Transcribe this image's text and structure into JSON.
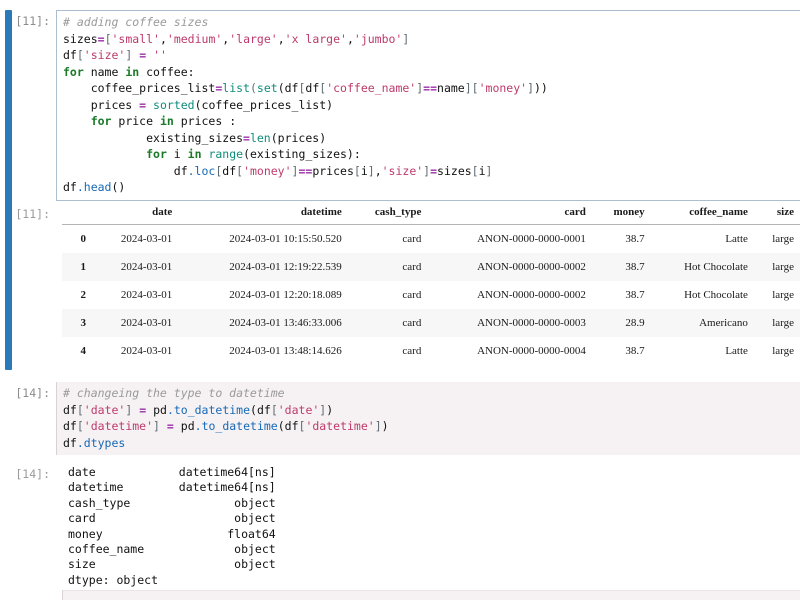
{
  "notebook": {
    "cells": [
      {
        "kind": "code",
        "prompt": "[11]:",
        "selected": true,
        "source_lines": [
          [
            {
              "t": "# adding coffee sizes",
              "c": "c"
            }
          ],
          [
            {
              "t": "sizes",
              "c": "n"
            },
            {
              "t": "=",
              "c": "op"
            },
            {
              "t": "[",
              "c": "br"
            },
            {
              "t": "'small'",
              "c": "s"
            },
            {
              "t": ",",
              "c": "n"
            },
            {
              "t": "'medium'",
              "c": "s"
            },
            {
              "t": ",",
              "c": "n"
            },
            {
              "t": "'large'",
              "c": "s"
            },
            {
              "t": ",",
              "c": "n"
            },
            {
              "t": "'x large'",
              "c": "s"
            },
            {
              "t": ",",
              "c": "n"
            },
            {
              "t": "'jumbo'",
              "c": "s"
            },
            {
              "t": "]",
              "c": "br"
            }
          ],
          [
            {
              "t": "df",
              "c": "n"
            },
            {
              "t": "[",
              "c": "br"
            },
            {
              "t": "'size'",
              "c": "s"
            },
            {
              "t": "]",
              "c": "br"
            },
            {
              "t": " ",
              "c": "n"
            },
            {
              "t": "=",
              "c": "op"
            },
            {
              "t": " ",
              "c": "n"
            },
            {
              "t": "''",
              "c": "s"
            }
          ],
          [
            {
              "t": "for",
              "c": "k"
            },
            {
              "t": " name ",
              "c": "n"
            },
            {
              "t": "in",
              "c": "k"
            },
            {
              "t": " coffee:",
              "c": "n"
            }
          ],
          [
            {
              "t": "    coffee_prices_list",
              "c": "n"
            },
            {
              "t": "=",
              "c": "op"
            },
            {
              "t": "list",
              "c": "nb"
            },
            {
              "t": "(",
              "c": "br"
            },
            {
              "t": "set",
              "c": "nb"
            },
            {
              "t": "(df",
              "c": "n"
            },
            {
              "t": "[",
              "c": "br"
            },
            {
              "t": "df",
              "c": "n"
            },
            {
              "t": "[",
              "c": "br"
            },
            {
              "t": "'coffee_name'",
              "c": "s"
            },
            {
              "t": "]",
              "c": "br"
            },
            {
              "t": "==",
              "c": "op"
            },
            {
              "t": "name",
              "c": "n"
            },
            {
              "t": "]",
              "c": "br"
            },
            {
              "t": "[",
              "c": "br"
            },
            {
              "t": "'money'",
              "c": "s"
            },
            {
              "t": "]",
              "c": "br"
            },
            {
              "t": "))",
              "c": "n"
            }
          ],
          [
            {
              "t": "    prices ",
              "c": "n"
            },
            {
              "t": "=",
              "c": "op"
            },
            {
              "t": " ",
              "c": "n"
            },
            {
              "t": "sorted",
              "c": "nb"
            },
            {
              "t": "(coffee_prices_list)",
              "c": "n"
            }
          ],
          [
            {
              "t": "    ",
              "c": "n"
            },
            {
              "t": "for",
              "c": "k"
            },
            {
              "t": " price ",
              "c": "n"
            },
            {
              "t": "in",
              "c": "k"
            },
            {
              "t": " prices :",
              "c": "n"
            }
          ],
          [
            {
              "t": "            existing_sizes",
              "c": "n"
            },
            {
              "t": "=",
              "c": "op"
            },
            {
              "t": "len",
              "c": "nb"
            },
            {
              "t": "(prices)",
              "c": "n"
            }
          ],
          [
            {
              "t": "            ",
              "c": "n"
            },
            {
              "t": "for",
              "c": "k"
            },
            {
              "t": " i ",
              "c": "n"
            },
            {
              "t": "in",
              "c": "k"
            },
            {
              "t": " ",
              "c": "n"
            },
            {
              "t": "range",
              "c": "nb"
            },
            {
              "t": "(existing_sizes):",
              "c": "n"
            }
          ],
          [
            {
              "t": "                df",
              "c": "n"
            },
            {
              "t": ".loc",
              "c": "nf"
            },
            {
              "t": "[",
              "c": "br"
            },
            {
              "t": "df",
              "c": "n"
            },
            {
              "t": "[",
              "c": "br"
            },
            {
              "t": "'money'",
              "c": "s"
            },
            {
              "t": "]",
              "c": "br"
            },
            {
              "t": "==",
              "c": "op"
            },
            {
              "t": "prices",
              "c": "n"
            },
            {
              "t": "[",
              "c": "br"
            },
            {
              "t": "i",
              "c": "n"
            },
            {
              "t": "]",
              "c": "br"
            },
            {
              "t": ",",
              "c": "n"
            },
            {
              "t": "'size'",
              "c": "s"
            },
            {
              "t": "]",
              "c": "br"
            },
            {
              "t": "=",
              "c": "op"
            },
            {
              "t": "sizes",
              "c": "n"
            },
            {
              "t": "[",
              "c": "br"
            },
            {
              "t": "i",
              "c": "n"
            },
            {
              "t": "]",
              "c": "br"
            }
          ],
          [
            {
              "t": "df",
              "c": "n"
            },
            {
              "t": ".head",
              "c": "nf"
            },
            {
              "t": "()",
              "c": "n"
            }
          ]
        ]
      },
      {
        "kind": "code",
        "prompt": "[14]:",
        "selected": false,
        "source_lines": [
          [
            {
              "t": "# changeing the type to datetime",
              "c": "c"
            }
          ],
          [
            {
              "t": "df",
              "c": "n"
            },
            {
              "t": "[",
              "c": "br"
            },
            {
              "t": "'date'",
              "c": "s"
            },
            {
              "t": "]",
              "c": "br"
            },
            {
              "t": " ",
              "c": "n"
            },
            {
              "t": "=",
              "c": "op"
            },
            {
              "t": " pd",
              "c": "n"
            },
            {
              "t": ".to_datetime",
              "c": "nf"
            },
            {
              "t": "(df",
              "c": "n"
            },
            {
              "t": "[",
              "c": "br"
            },
            {
              "t": "'date'",
              "c": "s"
            },
            {
              "t": "]",
              "c": "br"
            },
            {
              "t": ")",
              "c": "n"
            }
          ],
          [
            {
              "t": "df",
              "c": "n"
            },
            {
              "t": "[",
              "c": "br"
            },
            {
              "t": "'datetime'",
              "c": "s"
            },
            {
              "t": "]",
              "c": "br"
            },
            {
              "t": " ",
              "c": "n"
            },
            {
              "t": "=",
              "c": "op"
            },
            {
              "t": " pd",
              "c": "n"
            },
            {
              "t": ".to_datetime",
              "c": "nf"
            },
            {
              "t": "(df",
              "c": "n"
            },
            {
              "t": "[",
              "c": "br"
            },
            {
              "t": "'datetime'",
              "c": "s"
            },
            {
              "t": "]",
              "c": "br"
            },
            {
              "t": ")",
              "c": "n"
            }
          ],
          [
            {
              "t": "df",
              "c": "n"
            },
            {
              "t": ".dtypes",
              "c": "nf"
            }
          ]
        ]
      }
    ],
    "outputs": {
      "dataframe": {
        "prompt": "[11]:",
        "columns": [
          "date",
          "datetime",
          "cash_type",
          "card",
          "money",
          "coffee_name",
          "size"
        ],
        "rows": [
          {
            "index": "0",
            "cells": [
              "2024-03-01",
              "2024-03-01 10:15:50.520",
              "card",
              "ANON-0000-0000-0001",
              "38.7",
              "Latte",
              "large"
            ]
          },
          {
            "index": "1",
            "cells": [
              "2024-03-01",
              "2024-03-01 12:19:22.539",
              "card",
              "ANON-0000-0000-0002",
              "38.7",
              "Hot Chocolate",
              "large"
            ]
          },
          {
            "index": "2",
            "cells": [
              "2024-03-01",
              "2024-03-01 12:20:18.089",
              "card",
              "ANON-0000-0000-0002",
              "38.7",
              "Hot Chocolate",
              "large"
            ]
          },
          {
            "index": "3",
            "cells": [
              "2024-03-01",
              "2024-03-01 13:46:33.006",
              "card",
              "ANON-0000-0000-0003",
              "28.9",
              "Americano",
              "large"
            ]
          },
          {
            "index": "4",
            "cells": [
              "2024-03-01",
              "2024-03-01 13:48:14.626",
              "card",
              "ANON-0000-0000-0004",
              "38.7",
              "Latte",
              "large"
            ]
          }
        ]
      },
      "dtypes": {
        "prompt": "[14]:",
        "text": "date            datetime64[ns]\ndatetime        datetime64[ns]\ncash_type               object\ncard                    object\nmoney                  float64\ncoffee_name             object\nsize                    object\ndtype: object"
      }
    },
    "colors": {
      "selection_bar": "#2a7ab9",
      "selected_cell_border": "#abbfd0",
      "unselected_cell_bg": "#f6f2f4",
      "prompt_text": "#8c8c8c",
      "keyword": "#1a7a28",
      "string": "#bd3a6b",
      "comment": "#9a9a9a",
      "builtin": "#0e8d7b",
      "function": "#1768b5",
      "operator": "#9b2fa8"
    }
  }
}
